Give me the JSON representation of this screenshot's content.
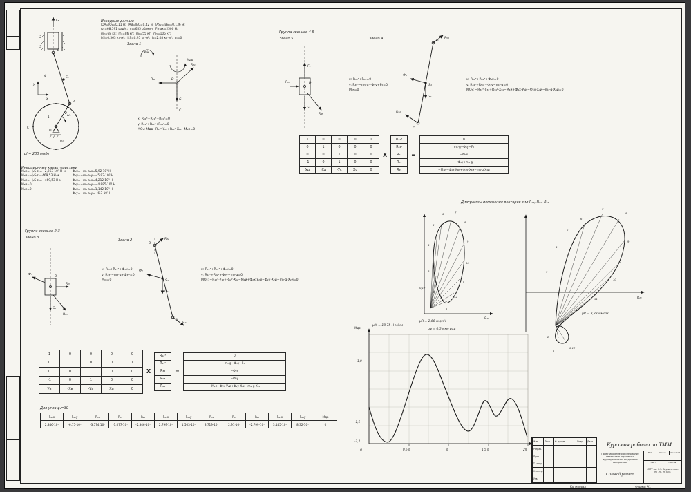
{
  "colors": {
    "bg": "#39393b",
    "sheet": "#f6f5f0",
    "ink": "#1c1c1c"
  },
  "mech": {
    "mu": "μl = 200 мм/м",
    "f": "F₅",
    "b": "B",
    "s2": "S₂",
    "a": "A",
    "c": "C",
    "d": "D",
    "omega": "ω₁",
    "phi": "φ₁",
    "y": "y",
    "x": "x",
    "n1": "1",
    "n2": "2",
    "n3": "3",
    "n4": "4",
    "n5": "5"
  },
  "init": {
    "title": "Исходные данные",
    "lines": [
      "lOA=lO₁=0,11 м;  lAB=lBC=0,42 м;  lAS₂=lBS₃=0,136 м;",
      "ω₁=68,591 рад/с;  n₁=655 об/мин;  Fmax=2500 Н;",
      "m₂=68 кг;  m₃=86 кг;  m₄=55 кг;  m₅=105 кг;",
      "J₂S=0,563 кг·м²;  J₄S=0,95 кг·м²;  J₁=2,08 кг·м²;  ε₁=0"
    ]
  },
  "z1": {
    "label": "Звено 1",
    "mdv": "Мдв",
    "phiw": "φ,ω",
    "r21": "R₂₁",
    "r41": "R₄₁",
    "g1": "G₁",
    "d": "D",
    "c": "C",
    "eq": [
      "x: R₄₁ˣ+R₂₁ˣ+R₀₁ˣ=0",
      "y: R₄₁ʸ+R₂₁ʸ+R₀₁ʸ=0",
      "МО₁: Мдв−R₂₁ˣ·У₂₁+R₂₁ʸ·Х₂₁−М₁и=0"
    ]
  },
  "g45": {
    "title": "Группа звеньев 4-5",
    "z5": "Звено 5",
    "z4": "Звено 4",
    "f5": {
      "r05": "R₀₅",
      "f": "F₅",
      "g": "G₅",
      "r45": "R₄₅",
      "d": "D"
    },
    "f4": {
      "r54": "R₅₄",
      "f": "Ф₄",
      "g": "G₄",
      "r34": "R₃₄",
      "d": "D",
      "s": "S₄",
      "c": "C"
    },
    "eq5": [
      "x: R₄₅ˣ+R₀₅=0",
      "y: R₄₅ʸ−m₅·g+Ф₅у+F₅=0",
      "М₀₅=0"
    ],
    "eq4": [
      "x: R₃₄ˣ+R₅₄ˣ+Ф₄х=0",
      "y: R₃₄ʸ+R₅₄ʸ+Ф₄у−m₄·g=0",
      "МО₃: −R₃₄ˣ·У₃₄+R₃₄ʸ·Х₃₄−М₄и+Ф₄х·У₄и−Ф₄у·Х₄и−m₄·g·Х₄и=0"
    ]
  },
  "m45": {
    "times": "Х",
    "eq": "=",
    "m": [
      [
        "1",
        "0",
        "0",
        "0",
        "1"
      ],
      [
        "0",
        "1",
        "0",
        "0",
        "0"
      ],
      [
        "0",
        "0",
        "1",
        "0",
        "0"
      ],
      [
        "-1",
        "0",
        "1",
        "0",
        "0"
      ],
      [
        "Уд",
        "-Хд",
        "-Ус",
        "Хс",
        "0"
      ]
    ],
    "v": [
      "R₃₄ˣ",
      "R₃₄ʸ",
      "R₅₄",
      "R₀₅",
      "R₄₅"
    ],
    "r": [
      "0",
      "m₅·g−Ф₅у−F₅",
      "−Ф₄х",
      "−Ф₄у+m₄·g",
      "−М₄и−Ф₄х·У₄и+Ф₄у·Х₄и−m₄·g·Х₄и"
    ]
  },
  "inertia": {
    "title": "Инерционные характеристики",
    "left": [
      "М₂и=−J₂S·ε₂=−2,263·10³ Н·м",
      "М₃и=−J₃S·ε₃=469,53 Н·м",
      "М₄и=−J₄S·ε₄=−469,53 Н·м",
      "М₅и=0",
      "М₁и=0"
    ],
    "right": [
      "Ф₂х=−m₂·a₂х=5,92·10³ Н",
      "Ф₂у=−m₂·a₂у=−5,92·10³ Н",
      "Ф₃х=−m₃·a₃х=4,212·10³ Н",
      "Ф₃у=−m₃·a₃у=−4,885·10³ Н",
      "Ф₄х=−m₄·a₄х=1,142·10³ Н",
      "Ф₅у=−m₅·a₅у=−6,3·10³ Н"
    ]
  },
  "g23": {
    "title": "Группа звеньев 2-3",
    "z3": "Звено 3",
    "z2": "Звено 2",
    "f3": {
      "f": "Ф₃",
      "r03": "R₀₃",
      "g": "G₃",
      "r23": "R₂₃",
      "b": "B"
    },
    "f2": {
      "r32": "R₃₂",
      "f": "Ф₂",
      "g": "G₂",
      "r12": "R₁₂",
      "b": "B",
      "s": "S₂",
      "a": "A"
    },
    "eq3": [
      "x: R₀₃+R₂₃ˣ+Ф₃х=0",
      "y: R₂₃ʸ−m₃·g+Ф₃у=0",
      "М₀₃=0"
    ],
    "eq2": [
      "x: R₁₂ˣ+R₃₂ˣ+Ф₂х=0",
      "y: R₁₂ʸ+R₃₂ʸ+Ф₂у−m₂·g=0",
      "МО₂: −R₁₂ˣ·У₁₂+R₁₂ʸ·Х₁₂−М₂и+Ф₂х·У₂и−Ф₂у·Х₂и−m₂·g·Х₂и=0"
    ]
  },
  "m23": {
    "times": "Х",
    "eq": "=",
    "m": [
      [
        "1",
        "0",
        "0",
        "0",
        "0"
      ],
      [
        "0",
        "1",
        "0",
        "0",
        "1"
      ],
      [
        "0",
        "0",
        "1",
        "0",
        "0"
      ],
      [
        "-1",
        "0",
        "1",
        "0",
        "0"
      ],
      [
        "Ув",
        "-Хв",
        "-Уа",
        "Ха",
        "0"
      ]
    ],
    "v": [
      "R₁₂ˣ",
      "R₁₂ʸ",
      "R₃₂",
      "R₀₃",
      "R₂₃"
    ],
    "r": [
      "0",
      "m₃·g−Ф₃у−F₅",
      "−Ф₂х",
      "−Ф₂у",
      "−М₂и−Ф₂х·У₂и+Ф₂у·Х₂и−m₂·g·Х₁₂"
    ]
  },
  "results": {
    "caption": "Для угла φ₁=30",
    "table": [
      [
        "R₁₂х",
        "R₁₂у",
        "R₃₂",
        "R₀₃",
        "R₂₃",
        "R₃₄х",
        "R₃₄у",
        "R₅₄",
        "R₀₅",
        "R₄₅",
        "R₄₁х",
        "R₄₁у",
        "Мдв"
      ],
      [
        "2,346·10³",
        "-6,75·10³",
        "-3,574·10³",
        "-1,077·10³",
        "-2,346·10³",
        "2,799·10³",
        "1,503·10³",
        "8,719·10³",
        "2,91·10³",
        "-2,799·10³",
        "3,145·10³",
        "8,32·10³",
        "0"
      ]
    ]
  },
  "hodo": {
    "title": "Диаграммы изменения векторов сил  R₃₂, R₂₃, R₁₂",
    "left": {
      "mu": "μR = 2,66 мм/кН",
      "xlab": "R₂₃",
      "pts": [
        "1",
        "2",
        "3",
        "4",
        "5",
        "6",
        "7",
        "8",
        "9",
        "10",
        "11",
        "12",
        "0,12"
      ]
    },
    "right": {
      "mu": "μR = 3,33 мм/кН",
      "xlab": "R₂₁",
      "pts": [
        "1",
        "2",
        "3",
        "4",
        "5",
        "6",
        "7",
        "8",
        "9",
        "10",
        "11",
        "12",
        "0,12"
      ]
    }
  },
  "moment": {
    "mu_m": "μМ = 18,75 Н·м/мм",
    "mu_phi": "μφ = 0,5 мм/град",
    "ylab": "Мдв",
    "xlab": "φ",
    "yticks": [
      "1,8",
      "-1,6",
      "-2,2"
    ],
    "xticks": [
      "0,5 π",
      "π",
      "1,5 π",
      "2π"
    ]
  },
  "chart_data": {
    "type": "line",
    "title": "Мдв(φ)",
    "xlabel": "φ",
    "ylabel": "Мдв ×10³ Н·м",
    "x_pi": [
      0,
      0.2,
      0.4,
      0.6,
      0.8,
      1.0,
      1.2,
      1.4,
      1.6,
      1.8,
      2.0
    ],
    "y": [
      -0.5,
      -2.2,
      -0.3,
      1.8,
      0.9,
      -0.6,
      -1.6,
      -0.3,
      -0.9,
      -0.1,
      -1.9
    ],
    "x_ticks": [
      "0,5 π",
      "π",
      "1,5 π",
      "2π"
    ],
    "scales": [
      "μМ = 18,75 Н·м/мм",
      "μφ = 0,5 мм/град"
    ]
  },
  "stamp": {
    "title": "Курсовая работа по ТММ",
    "project": "Проектирование и исследование механизмов поршневого двухступенчатого воздушного компрессора",
    "doc": "Силовой расчет",
    "org": "МГТУ им. Н.Э. Баумана фак. МТ, гр. МТ4-51",
    "left_rows": [
      [
        "Изм",
        "Лист",
        "№ докум.",
        "Подп.",
        "Дата"
      ],
      [
        "Разраб.",
        "",
        "",
        "",
        ""
      ],
      [
        "Пров.",
        "",
        "",
        "",
        ""
      ],
      [
        "Т.контр.",
        "",
        "",
        "",
        ""
      ],
      [
        "Н.контр.",
        "",
        "",
        "",
        ""
      ],
      [
        "Утв.",
        "",
        "",
        "",
        ""
      ]
    ],
    "lit": "Лит.",
    "mass": "Масса",
    "scale": "Масштаб",
    "sheet": "Лист",
    "sheets": "Листов",
    "copy": "Копировал",
    "format": "Формат А1"
  }
}
